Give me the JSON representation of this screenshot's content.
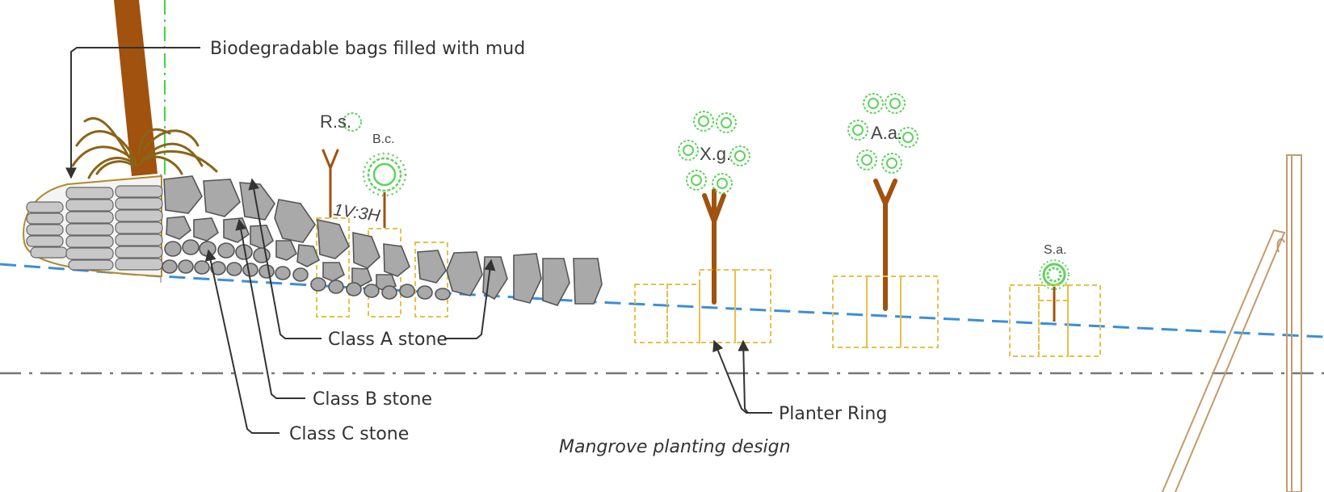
{
  "labels": {
    "bags": "Biodegradable bags filled with mud",
    "class_a": "Class A stone",
    "class_b": "Class B stone",
    "class_c": "Class C stone",
    "planter_ring": "Planter Ring"
  },
  "caption": "Mangrove planting design",
  "slope": "1V:3H",
  "species": {
    "rs": "R.s.",
    "bc": "B.c.",
    "xg": "X.g.",
    "aa": "A.a.",
    "sa": "S.a."
  },
  "colors": {
    "trunk": "#a0520e",
    "roots": "#8a6418",
    "stone": "#a9a9a9",
    "stone_edge": "#555555",
    "bag": "#c8c8c8",
    "bag_outline": "#b08a2a",
    "water_line": "#3a8fd8",
    "ground_line": "#777777",
    "canopy": "#5fd35f",
    "planter_ring": "#e7c04a",
    "post": "#c39a6b",
    "vertical_guide": "#3dd83d",
    "arrow": "#333333"
  }
}
